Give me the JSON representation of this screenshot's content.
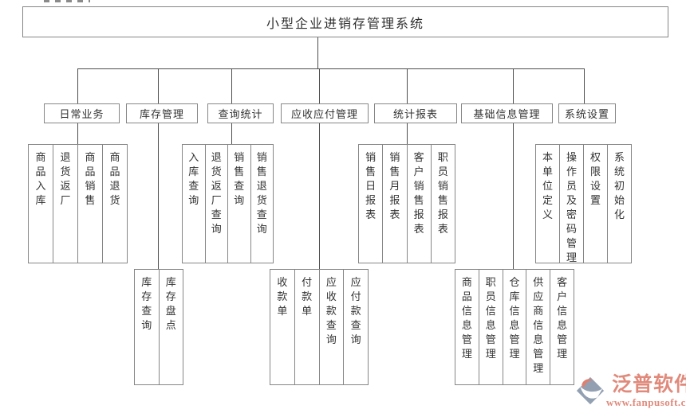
{
  "title": "小型企业进销存管理系统",
  "logo": {
    "name": "泛普软件",
    "url": "www.fanpusoft.com",
    "text_color": "#e08a7c",
    "icon_blue": "#92a0b2",
    "icon_coral": "#dc8172"
  },
  "groups": [
    {
      "label": "日常业务",
      "items": [
        "商品入库",
        "退货返厂",
        "商品销售",
        "商品退货"
      ]
    },
    {
      "label": "库存管理",
      "items": [
        "库存查询",
        "库存盘点"
      ]
    },
    {
      "label": "查询统计",
      "items": [
        "入库查询",
        "退货返厂查询",
        "销售查询",
        "销售退货查询"
      ]
    },
    {
      "label": "应收应付管理",
      "items": [
        "收款单",
        "付款单",
        "应收款查询",
        "应付款查询"
      ]
    },
    {
      "label": "统计报表",
      "items": [
        "销售日报表",
        "销售月报表",
        "客户销售报表",
        "职员销售报表"
      ]
    },
    {
      "label": "基础信息管理",
      "items": [
        "商品信息管理",
        "职员信息管理",
        "仓库信息管理",
        "供应商信息管理",
        "客户信息管理"
      ]
    },
    {
      "label": "系统设置",
      "items": [
        "本单位定义",
        "操作员及密码管理",
        "权限设置",
        "系统初始化"
      ]
    }
  ]
}
